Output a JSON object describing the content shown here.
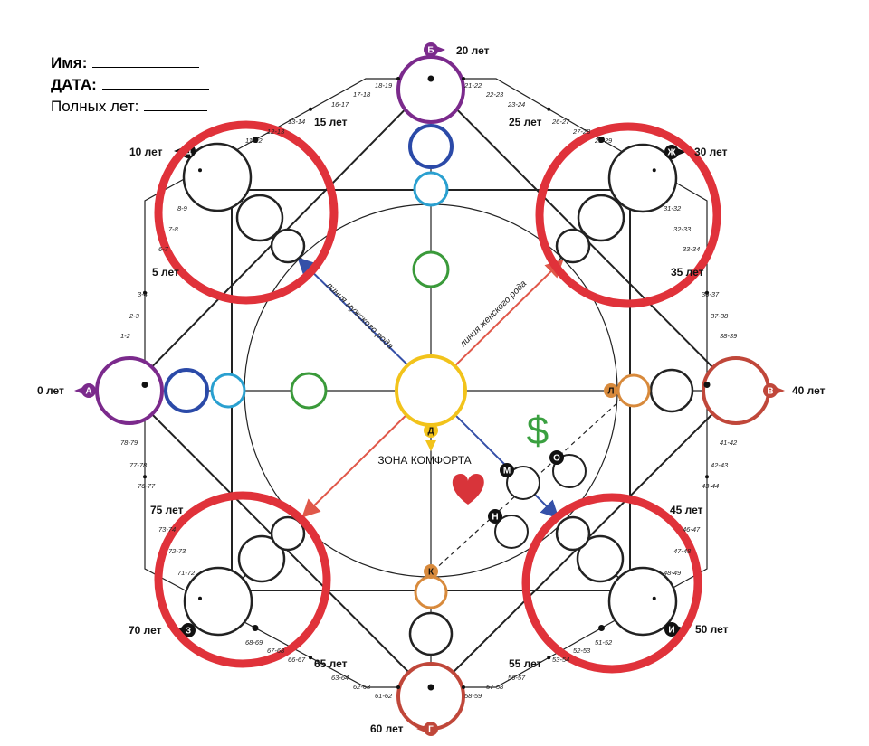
{
  "header": {
    "name_label": "Имя:",
    "date_label": "ДАТА:",
    "age_label": "Полных лет:"
  },
  "ages": {
    "a": "0 лет",
    "b": "20 лет",
    "v": "40 лет",
    "g": "60 лет",
    "d10": "10 лет",
    "zh30": "30 лет",
    "i50": "50 лет",
    "z70": "70 лет",
    "y5": "5 лет",
    "y15": "15 лет",
    "y25": "25 лет",
    "y35": "35 лет",
    "y45": "45 лет",
    "y55": "55 лет",
    "y65": "65 лет",
    "y75": "75 лет"
  },
  "ranges": {
    "r1_2": "1-2",
    "r2_3": "2-3",
    "r3_4": "3-4",
    "r6_7": "6-7",
    "r7_8": "7-8",
    "r8_9": "8-9",
    "r11_12": "11-12",
    "r12_13": "12-13",
    "r13_14": "13-14",
    "r16_17": "16-17",
    "r17_18": "17-18",
    "r18_19": "18-19",
    "r21_22": "21-22",
    "r22_23": "22-23",
    "r23_24": "23-24",
    "r26_27": "26-27",
    "r27_28": "27-28",
    "r28_29": "28-29",
    "r31_32": "31-32",
    "r32_33": "32-33",
    "r33_34": "33-34",
    "r36_37": "36-37",
    "r37_38": "37-38",
    "r38_39": "38-39",
    "r41_42": "41-42",
    "r42_43": "42-43",
    "r43_44": "43-44",
    "r46_47": "46-47",
    "r47_48": "47-48",
    "r48_49": "48-49",
    "r51_52": "51-52",
    "r52_53": "52-53",
    "r53_54": "53-54",
    "r56_57": "56-57",
    "r57_58": "57-58",
    "r58_59": "58-59",
    "r61_62": "61-62",
    "r62_63": "62-63",
    "r63_64": "63-64",
    "r66_67": "66-67",
    "r67_68": "67-68",
    "r68_69": "68-69",
    "r71_72": "71-72",
    "r72_73": "72-73",
    "r73_74": "73-74",
    "r76_77": "76-77",
    "r77_78": "77-78",
    "r78_79": "78-79"
  },
  "letters": {
    "a": "А",
    "b": "Б",
    "v": "В",
    "g": "Г",
    "d": "Д",
    "zh": "Ж",
    "z": "З",
    "i": "И",
    "k": "К",
    "l": "Л",
    "m": "М",
    "n": "Н",
    "o": "О",
    "top_left": "Д"
  },
  "labels": {
    "male_line": "линия мужского рода",
    "female_line": "линия женского рода",
    "comfort_zone": "ЗОНА КОМФОРТА",
    "dollar": "$"
  },
  "colors": {
    "purple": "#7b2a8c",
    "dark_blue": "#2b4aa8",
    "light_blue": "#2aa0d0",
    "green": "#3a9a3a",
    "yellow": "#f2c31b",
    "red_brown": "#c0473a",
    "orange": "#d88a3c",
    "highlight_red": "#e0323a"
  }
}
